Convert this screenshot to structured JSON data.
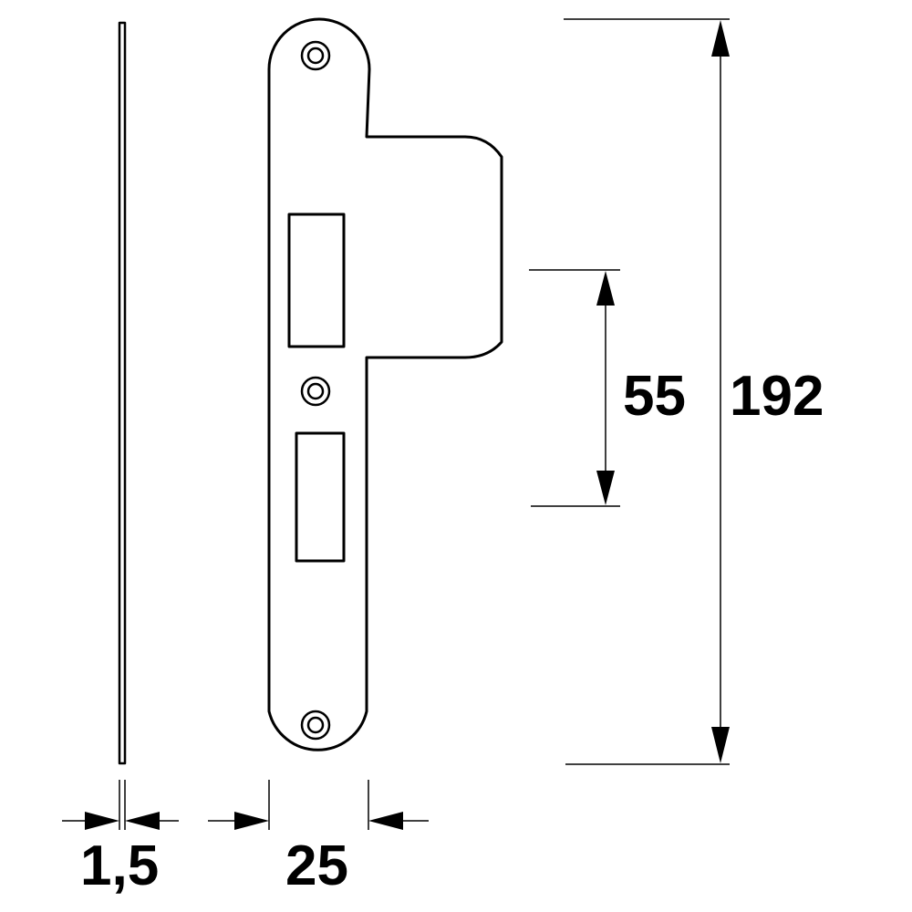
{
  "dimensions": {
    "thickness": "1,5",
    "width": "25",
    "hole_spacing": "55",
    "length": "192"
  },
  "colors": {
    "line": "#000000",
    "background": "#ffffff"
  }
}
